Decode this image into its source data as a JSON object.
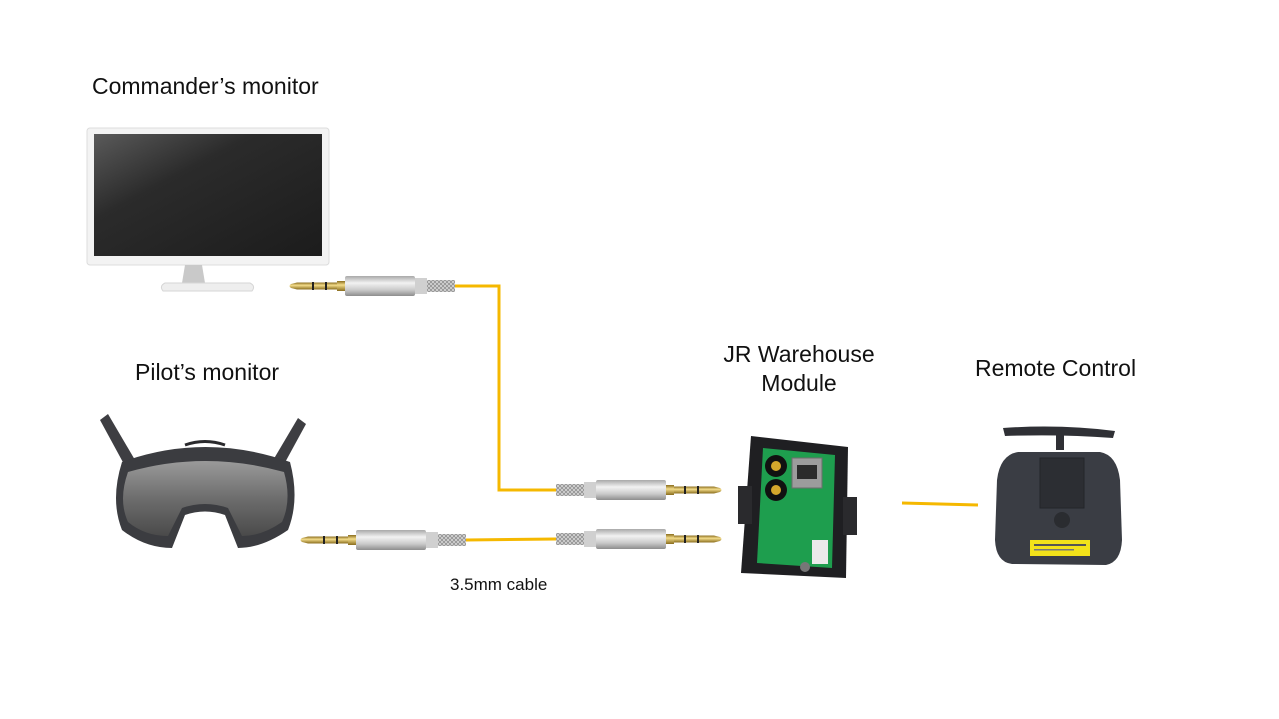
{
  "labels": {
    "commander_monitor": "Commander’s monitor",
    "pilot_monitor": "Pilot’s monitor",
    "jr_module_line1": "JR Warehouse",
    "jr_module_line2": "Module",
    "remote_control": "Remote Control",
    "cable": "3.5mm cable"
  },
  "colors": {
    "cable": "#F5B800",
    "plug_metal": "#C8C8C8",
    "plug_gold": "#D4B24A",
    "pcb_green": "#1E9E4E",
    "device_dark": "#3A3D44",
    "warning_yellow": "#F2E21A"
  },
  "components": [
    {
      "id": "commander-monitor",
      "kind": "desktop-monitor"
    },
    {
      "id": "pilot-goggles",
      "kind": "fpv-goggles"
    },
    {
      "id": "jr-warehouse-module",
      "kind": "pcb-module"
    },
    {
      "id": "remote-control",
      "kind": "radio-transmitter"
    }
  ],
  "connections": [
    {
      "from": "commander-monitor",
      "to": "jr-warehouse-module",
      "type": "3.5mm cable"
    },
    {
      "from": "pilot-goggles",
      "to": "jr-warehouse-module",
      "type": "3.5mm cable"
    },
    {
      "from": "jr-warehouse-module",
      "to": "remote-control",
      "type": "link"
    }
  ]
}
